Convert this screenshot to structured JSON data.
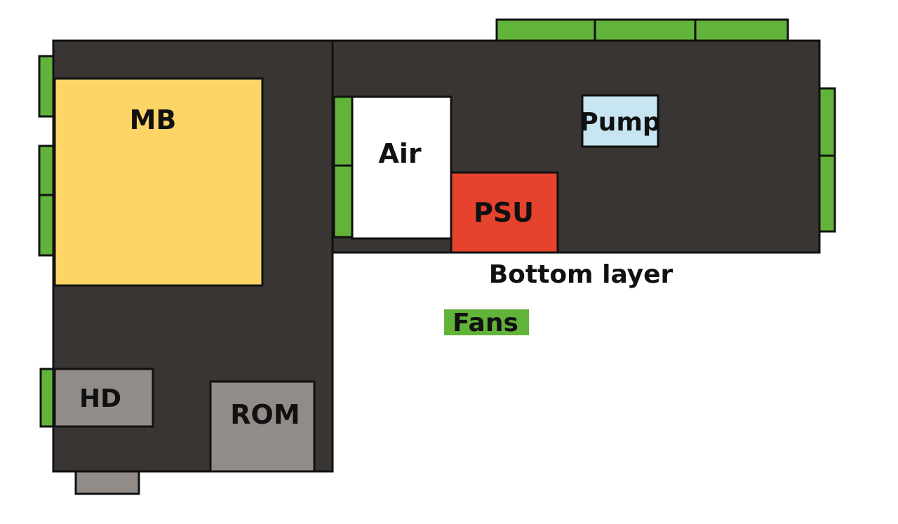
{
  "diagram": {
    "components": {
      "mb": "MB",
      "air": "Air",
      "pump": "Pump",
      "psu": "PSU",
      "hd": "HD",
      "rom": "ROM"
    },
    "caption": "Bottom layer",
    "legend": {
      "fans": "Fans"
    }
  },
  "colors": {
    "case": "#383533",
    "outline": "#111111",
    "fan": "#62b33a",
    "motherboard": "#fdd567",
    "air": "#ffffff",
    "pump": "#c8e6f1",
    "psu": "#e5432d",
    "drive": "#928c89"
  }
}
